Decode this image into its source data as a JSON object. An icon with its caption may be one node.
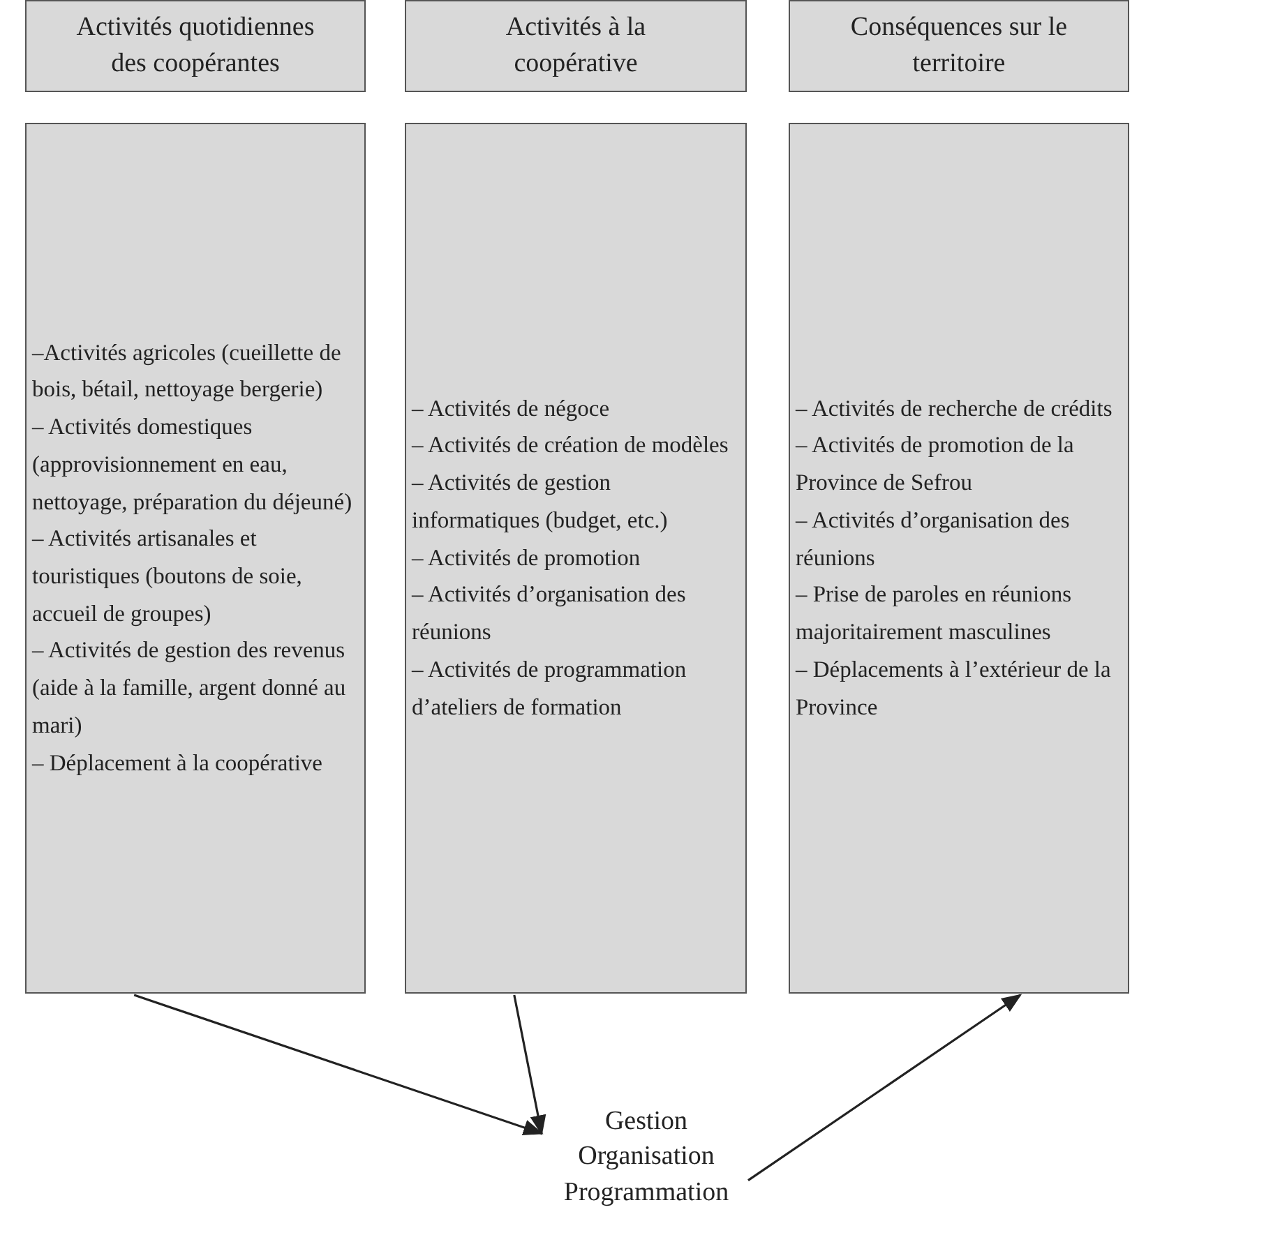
{
  "diagram": {
    "nodes": [
      {
        "text": [
          "Activités quotidiennes des coopérantes"
        ]
      },
      {
        "text": [
          "Activités à la coopérative"
        ]
      },
      {
        "text": [
          "Conséquences sur le territoire"
        ]
      },
      {
        "text": [
          "–Activités agricoles (cueillette de bois, bétail, nettoyage bergerie)",
          "– Activités domestiques (approvisionnement en eau, nettoyage, préparation du déjeuné)",
          "– Activités artisanales et touristiques (boutons de soie, accueil de groupes)",
          "– Activités de gestion des revenus (aide à la famille, argent donné au mari)",
          "– Déplacement à la coopérative"
        ]
      },
      {
        "text": [
          "– Activités de négoce",
          "– Activités de création de modèles",
          "– Activités de gestion informatiques (budget, etc.)",
          "– Activités de promotion",
          "– Activités d’organisation des réunions",
          "– Activités de programmation d’ateliers de formation"
        ]
      },
      {
        "text": [
          "– Activités de recherche de crédits",
          "– Activités de promotion de la Province de Sefrou",
          "– Activités d’organisation des réunions",
          "– Prise de paroles en réunions majoritairement masculines",
          "– Déplacements à l’extérieur de la Province"
        ]
      },
      {
        "text": [
          "Gestion",
          "Organisation",
          "Programmation"
        ]
      }
    ],
    "edges": [
      {
        "from": 3,
        "to": 6,
        "arrow": "to"
      },
      {
        "from": 4,
        "to": 6,
        "arrow": "to"
      },
      {
        "from": 6,
        "to": 5,
        "arrow": "to"
      }
    ]
  }
}
